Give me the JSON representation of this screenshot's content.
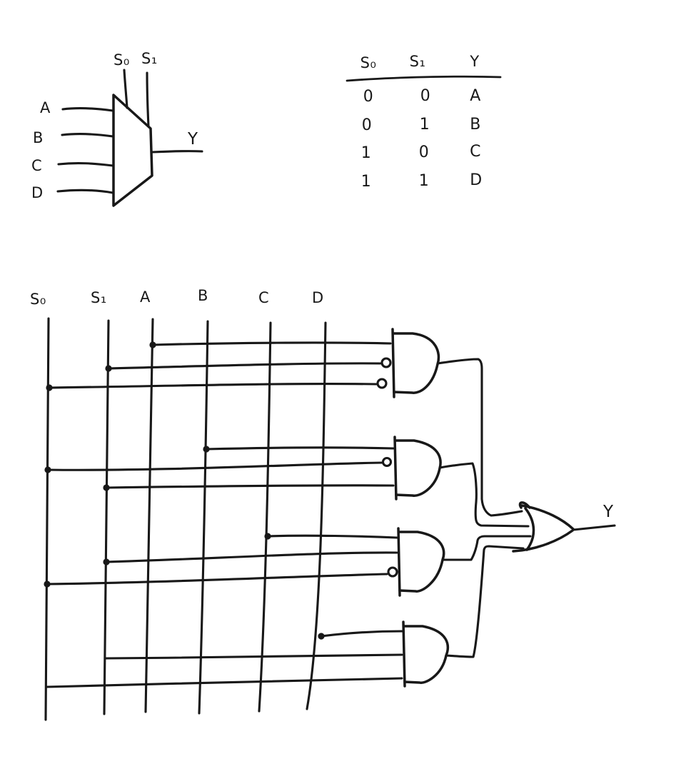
{
  "colors": {
    "ink": "#181818",
    "background": "#ffffff"
  },
  "mux_symbol": {
    "select_labels": [
      "S₀",
      "S₁"
    ],
    "input_labels": [
      "A",
      "B",
      "C",
      "D"
    ],
    "output_label": "Y"
  },
  "truth_table": {
    "headers": [
      "S₀",
      "S₁",
      "Y"
    ],
    "rows": [
      [
        "0",
        "0",
        "A"
      ],
      [
        "0",
        "1",
        "B"
      ],
      [
        "1",
        "0",
        "C"
      ],
      [
        "1",
        "1",
        "D"
      ]
    ]
  },
  "schematic": {
    "column_labels": [
      "S₀",
      "S₁",
      "A",
      "B",
      "C",
      "D"
    ],
    "output_label": "Y"
  }
}
